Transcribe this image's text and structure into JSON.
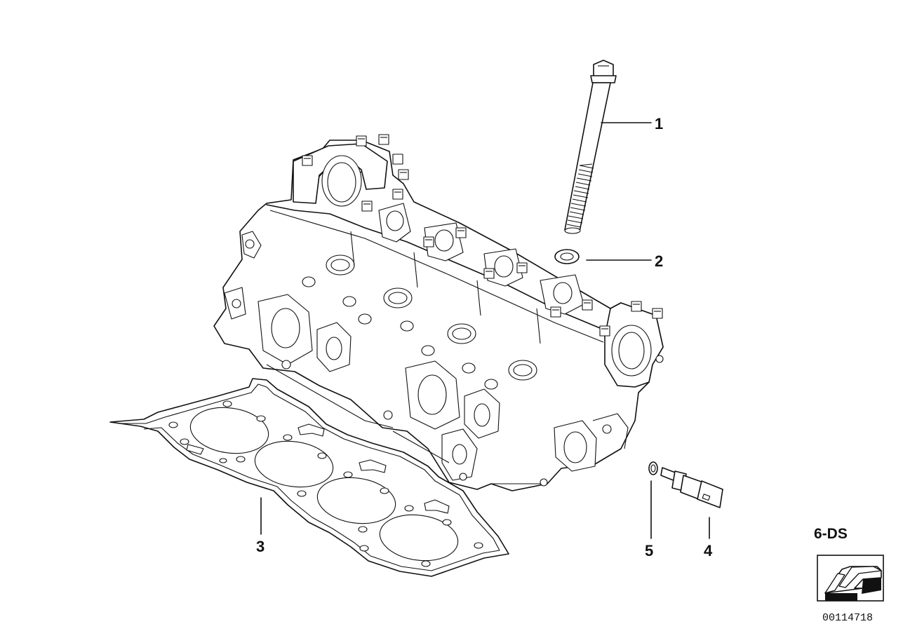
{
  "callouts": [
    {
      "label": "1",
      "part": "cylinder-head-bolt"
    },
    {
      "label": "2",
      "part": "washer"
    },
    {
      "label": "3",
      "part": "cylinder-head-gasket"
    },
    {
      "label": "4",
      "part": "temperature-sensor"
    },
    {
      "label": "5",
      "part": "o-ring"
    }
  ],
  "diagram_code": "6-DS",
  "reference_number": "00114718",
  "icons": {
    "navigation": "arrow-back-icon"
  }
}
